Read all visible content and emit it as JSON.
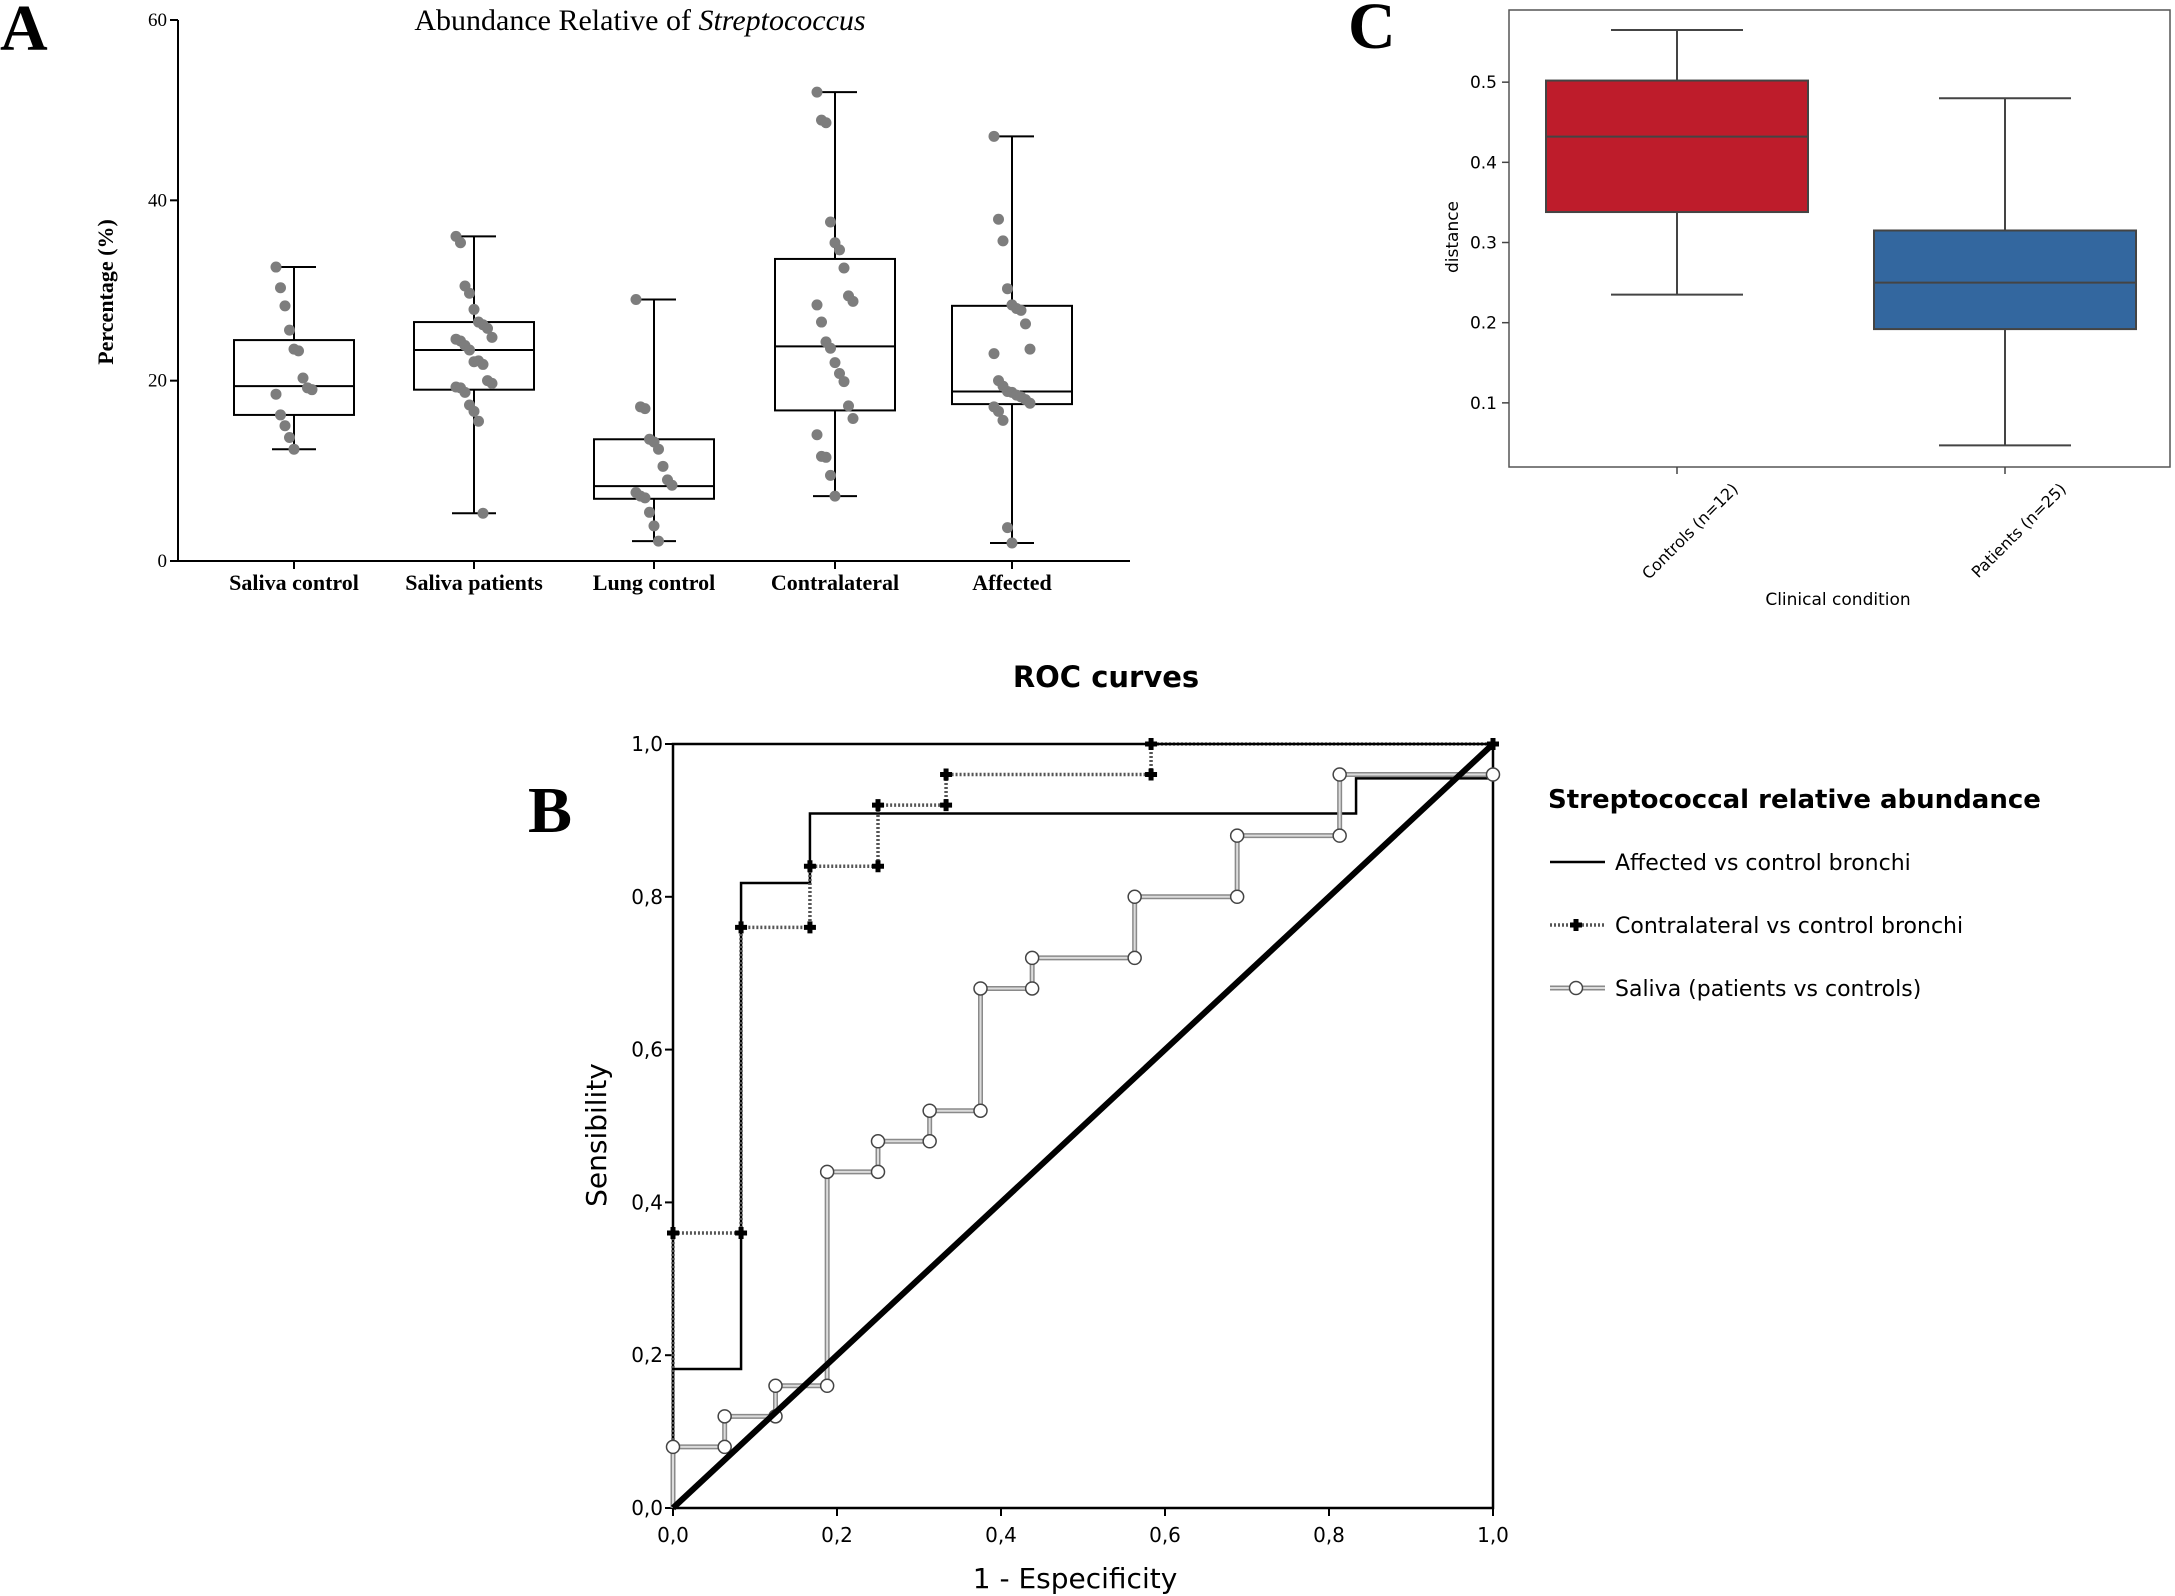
{
  "panels": {
    "a": "A",
    "b": "B",
    "c": "C"
  },
  "chart_data": [
    {
      "panel": "A",
      "type": "box",
      "title": "Abundance Relative of Streptococcus",
      "title_plain": "Abundance Relative of ",
      "title_italic": "Streptococcus",
      "ylabel": "Percentage (%)",
      "xlabel": "",
      "ylim": [
        0,
        60
      ],
      "yticks": [
        "0",
        "20",
        "40",
        "60"
      ],
      "categories": [
        "Saliva control",
        "Saliva patients",
        "Lung control",
        "Contralateral",
        "Affected"
      ],
      "boxes": [
        {
          "min": 12.4,
          "q1": 16.2,
          "median": 19.4,
          "q3": 24.5,
          "max": 32.6,
          "points": [
            32.6,
            30.3,
            28.3,
            25.6,
            23.5,
            23.3,
            20.3,
            19.2,
            19.0,
            18.5,
            16.2,
            15.0,
            13.7,
            12.4
          ]
        },
        {
          "min": 5.3,
          "q1": 19.0,
          "median": 23.4,
          "q3": 26.5,
          "max": 36.0,
          "points": [
            36.0,
            35.3,
            30.5,
            29.7,
            27.9,
            26.5,
            26.2,
            25.8,
            24.8,
            24.6,
            24.4,
            23.9,
            23.4,
            22.1,
            22.2,
            21.8,
            20.0,
            19.7,
            19.3,
            19.2,
            18.7,
            17.3,
            16.6,
            15.5,
            5.3
          ]
        },
        {
          "min": 2.2,
          "q1": 6.9,
          "median": 8.3,
          "q3": 13.5,
          "max": 29.0,
          "points": [
            29.0,
            17.1,
            16.9,
            13.5,
            13.2,
            12.4,
            10.5,
            9.0,
            8.4,
            7.6,
            7.2,
            7.0,
            5.4,
            3.9,
            2.2
          ]
        },
        {
          "min": 7.2,
          "q1": 16.7,
          "median": 23.8,
          "q3": 33.5,
          "max": 52.0,
          "points": [
            52.0,
            48.9,
            48.6,
            37.6,
            35.3,
            34.5,
            32.5,
            29.4,
            28.8,
            28.4,
            26.5,
            24.3,
            23.6,
            22.0,
            20.8,
            19.9,
            17.2,
            15.8,
            14.0,
            11.6,
            11.5,
            9.5,
            7.2
          ]
        },
        {
          "min": 2.0,
          "q1": 17.4,
          "median": 18.8,
          "q3": 28.3,
          "max": 47.1,
          "points": [
            47.1,
            37.9,
            35.5,
            30.2,
            28.4,
            28.0,
            27.8,
            26.3,
            23.5,
            23.0,
            20.0,
            19.4,
            18.8,
            18.7,
            18.4,
            18.2,
            17.9,
            17.5,
            17.1,
            16.6,
            15.6,
            3.7,
            2.0
          ]
        }
      ]
    },
    {
      "panel": "C",
      "type": "box",
      "title": "",
      "ylabel": "distance",
      "xlabel": "Clinical condition",
      "ylim": [
        0.02,
        0.59
      ],
      "yticks": [
        "0.1",
        "0.2",
        "0.3",
        "0.4",
        "0.5"
      ],
      "categories": [
        "Controls (n=12)",
        "Patients (n=25)"
      ],
      "colors": [
        "#be1c2b",
        "#33679f"
      ],
      "boxes": [
        {
          "min": 0.235,
          "q1": 0.338,
          "median": 0.432,
          "q3": 0.502,
          "max": 0.565
        },
        {
          "min": 0.047,
          "q1": 0.192,
          "median": 0.25,
          "q3": 0.315,
          "max": 0.48
        }
      ]
    },
    {
      "panel": "B",
      "type": "line",
      "title": "ROC curves",
      "xlabel": "1 - Especificity",
      "ylabel": "Sensibility",
      "xlim": [
        0,
        1
      ],
      "ylim": [
        0,
        1
      ],
      "xticks": [
        "0,0",
        "0,2",
        "0,4",
        "0,6",
        "0,8",
        "1,0"
      ],
      "yticks": [
        "0,0",
        "0,2",
        "0,4",
        "0,6",
        "0,8",
        "1,0"
      ],
      "legend_title": "Streptococcal relative abundance",
      "legend_position": "right",
      "series": [
        {
          "name": "Affected vs control bronchi",
          "style": "solid-black",
          "x": [
            0,
            0,
            0.083,
            0.083,
            0.167,
            0.167,
            0.833,
            0.833,
            1.0
          ],
          "y": [
            0,
            0.182,
            0.182,
            0.818,
            0.818,
            0.909,
            0.909,
            0.955,
            0.955
          ]
        },
        {
          "name": "Contralateral vs control bronchi",
          "style": "dotted-cross",
          "x": [
            0,
            0,
            0.083,
            0.083,
            0.167,
            0.167,
            0.25,
            0.25,
            0.333,
            0.333,
            0.583,
            0.583,
            1.0
          ],
          "y": [
            0,
            0.36,
            0.36,
            0.76,
            0.76,
            0.84,
            0.84,
            0.92,
            0.92,
            0.96,
            0.96,
            1.0,
            1.0
          ]
        },
        {
          "name": "Saliva (patients vs controls)",
          "style": "gray-circle",
          "x": [
            0,
            0,
            0.063,
            0.063,
            0.125,
            0.125,
            0.188,
            0.188,
            0.25,
            0.25,
            0.313,
            0.313,
            0.375,
            0.375,
            0.438,
            0.438,
            0.563,
            0.563,
            0.688,
            0.688,
            0.813,
            0.813,
            1.0
          ],
          "y": [
            0,
            0.08,
            0.08,
            0.12,
            0.12,
            0.16,
            0.16,
            0.44,
            0.44,
            0.48,
            0.48,
            0.52,
            0.52,
            0.68,
            0.68,
            0.72,
            0.72,
            0.8,
            0.8,
            0.88,
            0.88,
            0.96,
            0.96
          ]
        },
        {
          "name": "",
          "style": "reference",
          "x": [
            0,
            1
          ],
          "y": [
            0,
            1
          ]
        },
        {
          "name": "",
          "style": "outer-frame",
          "x": [
            0,
            0.583,
            1.0
          ],
          "y": [
            1,
            1,
            1
          ]
        }
      ]
    }
  ]
}
